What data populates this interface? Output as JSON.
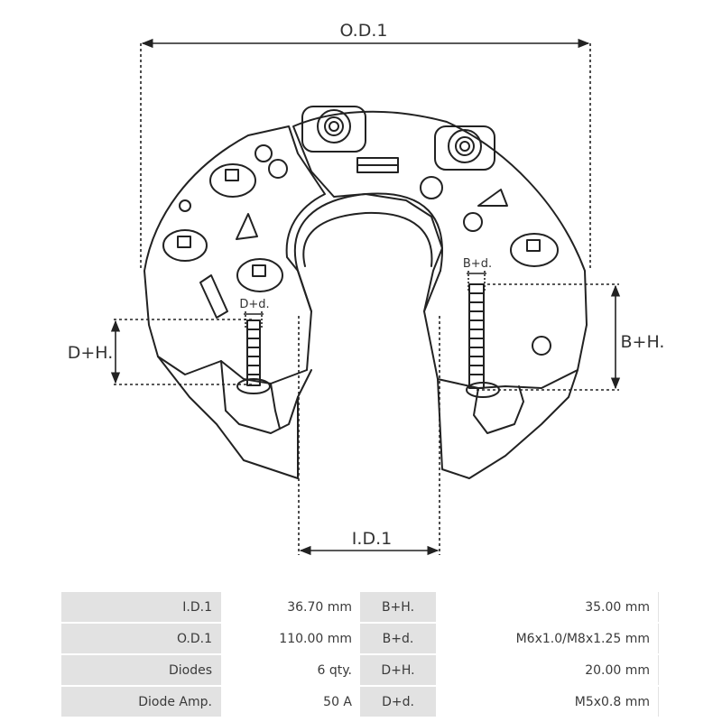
{
  "diagram": {
    "labels": {
      "od": "O.D.1",
      "id": "I.D.1",
      "dh": "D+H.",
      "bh": "B+H.",
      "dd": "D+d.",
      "bd": "B+d."
    }
  },
  "specs": {
    "rows": [
      {
        "label1": "I.D.1",
        "value1": "36.70 mm",
        "label2": "B+H.",
        "value2": "35.00 mm"
      },
      {
        "label1": "O.D.1",
        "value1": "110.00 mm",
        "label2": "B+d.",
        "value2": "M6x1.0/M8x1.25 mm"
      },
      {
        "label1": "Diodes",
        "value1": "6 qty.",
        "label2": "D+H.",
        "value2": "20.00 mm"
      },
      {
        "label1": "Diode Amp.",
        "value1": "50 A",
        "label2": "D+d.",
        "value2": "M5x0.8 mm"
      }
    ]
  }
}
